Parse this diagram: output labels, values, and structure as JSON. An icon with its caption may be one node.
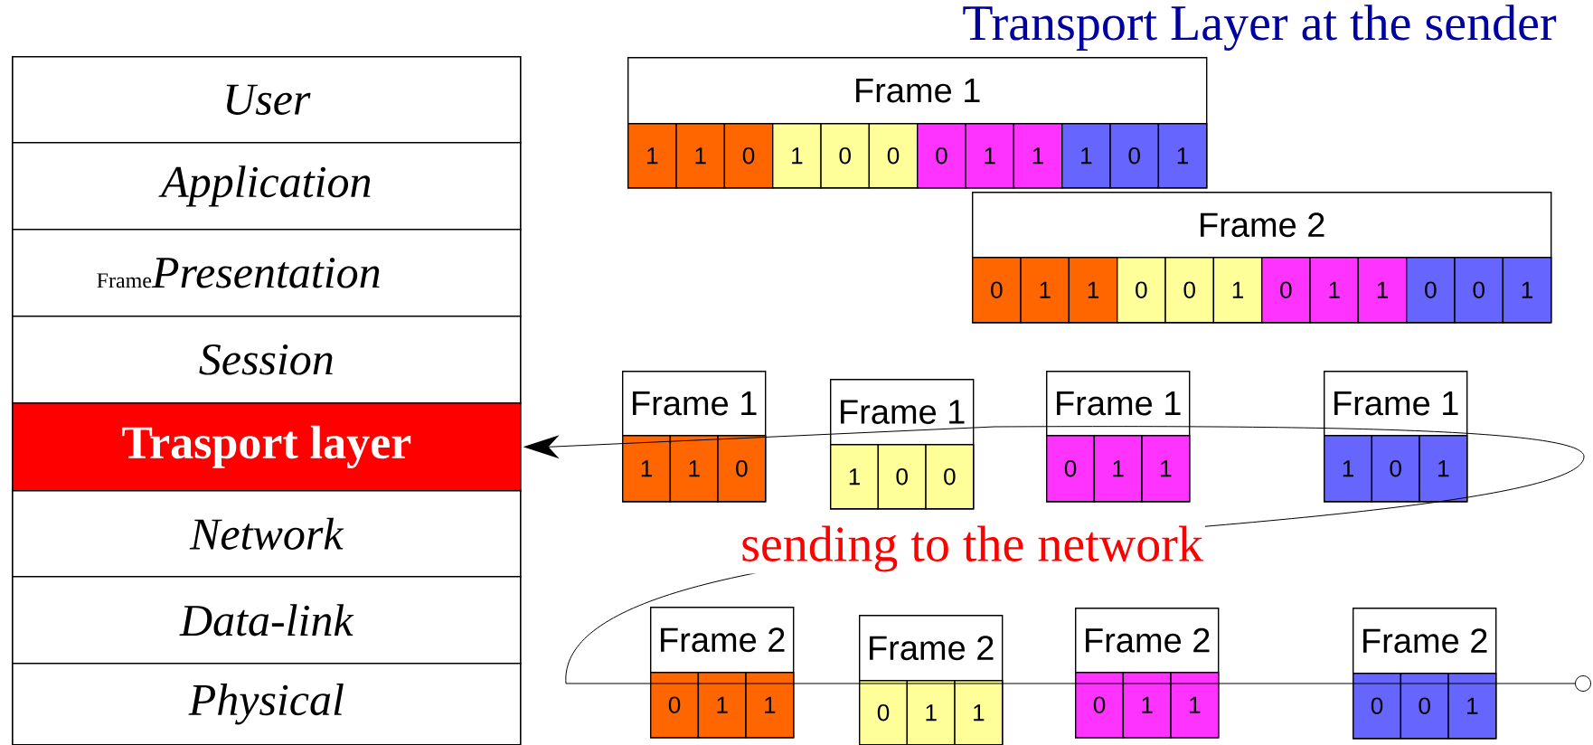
{
  "diagram": {
    "title": "Transport Layer at the sender",
    "nodes": [
      {
        "text": [
          "User"
        ]
      },
      {
        "text": [
          "Application"
        ]
      },
      {
        "text": [
          "Frame",
          "Presentation"
        ]
      },
      {
        "text": [
          "Session"
        ]
      },
      {
        "text": [
          "Trasport layer"
        ]
      },
      {
        "text": [
          "Network"
        ]
      },
      {
        "text": [
          "Data-link"
        ]
      },
      {
        "text": [
          "Physical"
        ]
      },
      {
        "text": [
          "Frame 1"
        ]
      },
      {
        "text": [
          "1"
        ],
        "in": 8
      },
      {
        "text": [
          "1"
        ],
        "in": 8
      },
      {
        "text": [
          "0"
        ],
        "in": 8
      },
      {
        "text": [
          "1"
        ],
        "in": 8
      },
      {
        "text": [
          "0"
        ],
        "in": 8
      },
      {
        "text": [
          "0"
        ],
        "in": 8
      },
      {
        "text": [
          "0"
        ],
        "in": 8
      },
      {
        "text": [
          "1"
        ],
        "in": 8
      },
      {
        "text": [
          "1"
        ],
        "in": 8
      },
      {
        "text": [
          "1"
        ],
        "in": 8
      },
      {
        "text": [
          "0"
        ],
        "in": 8
      },
      {
        "text": [
          "1"
        ],
        "in": 8
      },
      {
        "text": [
          "Frame 2"
        ]
      },
      {
        "text": [
          "0"
        ],
        "in": 21
      },
      {
        "text": [
          "1"
        ],
        "in": 21
      },
      {
        "text": [
          "1"
        ],
        "in": 21
      },
      {
        "text": [
          "0"
        ],
        "in": 21
      },
      {
        "text": [
          "0"
        ],
        "in": 21
      },
      {
        "text": [
          "1"
        ],
        "in": 21
      },
      {
        "text": [
          "0"
        ],
        "in": 21
      },
      {
        "text": [
          "1"
        ],
        "in": 21
      },
      {
        "text": [
          "1"
        ],
        "in": 21
      },
      {
        "text": [
          "0"
        ],
        "in": 21
      },
      {
        "text": [
          "0"
        ],
        "in": 21
      },
      {
        "text": [
          "1"
        ],
        "in": 21
      },
      {
        "text": [
          "Frame 1"
        ]
      },
      {
        "text": [
          "1"
        ],
        "in": 34
      },
      {
        "text": [
          "1"
        ],
        "in": 34
      },
      {
        "text": [
          "0"
        ],
        "in": 34
      },
      {
        "text": [
          "Frame 1"
        ]
      },
      {
        "text": [
          "1"
        ],
        "in": 38
      },
      {
        "text": [
          "0"
        ],
        "in": 38
      },
      {
        "text": [
          "0"
        ],
        "in": 38
      },
      {
        "text": [
          "Frame 1"
        ]
      },
      {
        "text": [
          "0"
        ],
        "in": 42
      },
      {
        "text": [
          "1"
        ],
        "in": 42
      },
      {
        "text": [
          "1"
        ],
        "in": 42
      },
      {
        "text": [
          "Frame 1"
        ]
      },
      {
        "text": [
          "1"
        ],
        "in": 46
      },
      {
        "text": [
          "0"
        ],
        "in": 46
      },
      {
        "text": [
          "1"
        ],
        "in": 46
      },
      {
        "text": [
          "Frame 2"
        ]
      },
      {
        "text": [
          "0"
        ],
        "in": 50
      },
      {
        "text": [
          "1"
        ],
        "in": 50
      },
      {
        "text": [
          "1"
        ],
        "in": 50
      },
      {
        "text": [
          "Frame 2"
        ]
      },
      {
        "text": [
          "0"
        ],
        "in": 54
      },
      {
        "text": [
          "1"
        ],
        "in": 54
      },
      {
        "text": [
          "1"
        ],
        "in": 54
      },
      {
        "text": [
          "Frame 2"
        ]
      },
      {
        "text": [
          "0"
        ],
        "in": 58
      },
      {
        "text": [
          "1"
        ],
        "in": 58
      },
      {
        "text": [
          "1"
        ],
        "in": 58
      },
      {
        "text": [
          "Frame 2"
        ]
      },
      {
        "text": [
          "0"
        ],
        "in": 62
      },
      {
        "text": [
          "0"
        ],
        "in": 62
      },
      {
        "text": [
          "1"
        ],
        "in": 62
      }
    ],
    "edges": [
      {
        "from": null,
        "to": 4,
        "arrow": "to",
        "label": "sending to the network"
      }
    ]
  }
}
